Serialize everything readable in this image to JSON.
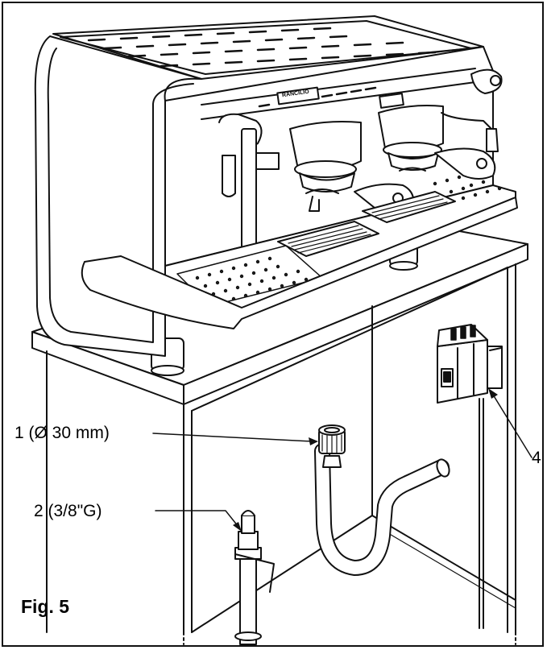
{
  "brand_plate": "RANCILIO",
  "callouts": {
    "drain": "1 (Ø 30 mm)",
    "water_inlet": "2 (3/8\"G)",
    "switch": "4"
  },
  "figure_label": "Fig. 5"
}
